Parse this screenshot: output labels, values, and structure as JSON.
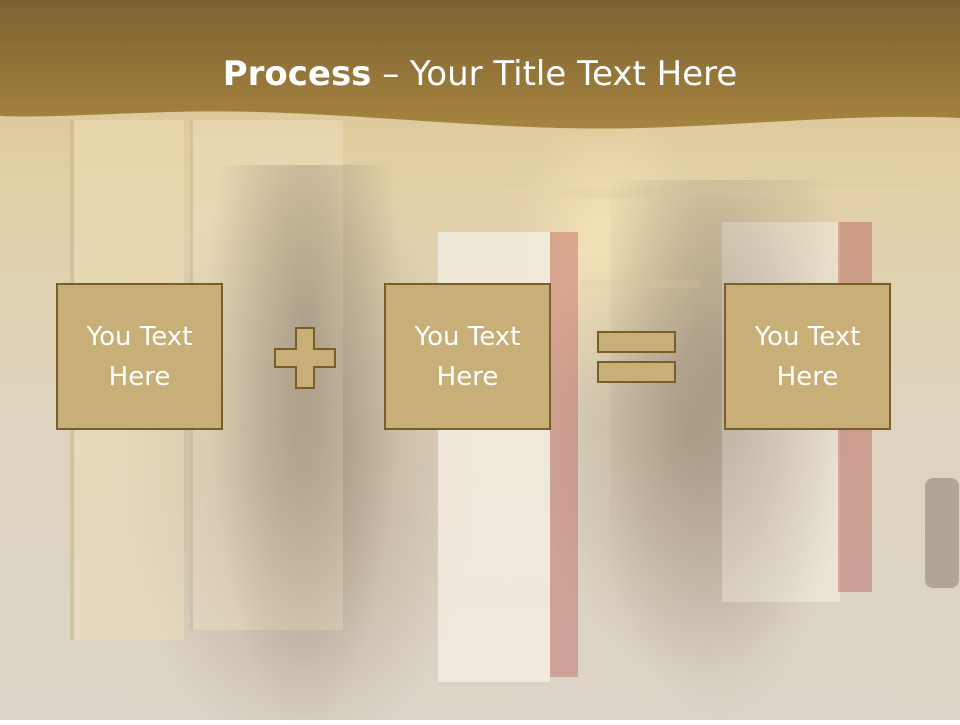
{
  "slide": {
    "title_bold": "Process",
    "title_rest": " – Your Title Text Here"
  },
  "boxes": [
    {
      "text": "You Text Here"
    },
    {
      "text": "You Text Here"
    },
    {
      "text": "You Text Here"
    }
  ],
  "operators": [
    "plus-icon",
    "equals-icon"
  ],
  "colors": {
    "header": "#9a7b37",
    "box_fill": "#c8ae77",
    "box_border": "#7a5e2a",
    "operator_fill": "#c8ae77",
    "text": "#ffffff"
  }
}
